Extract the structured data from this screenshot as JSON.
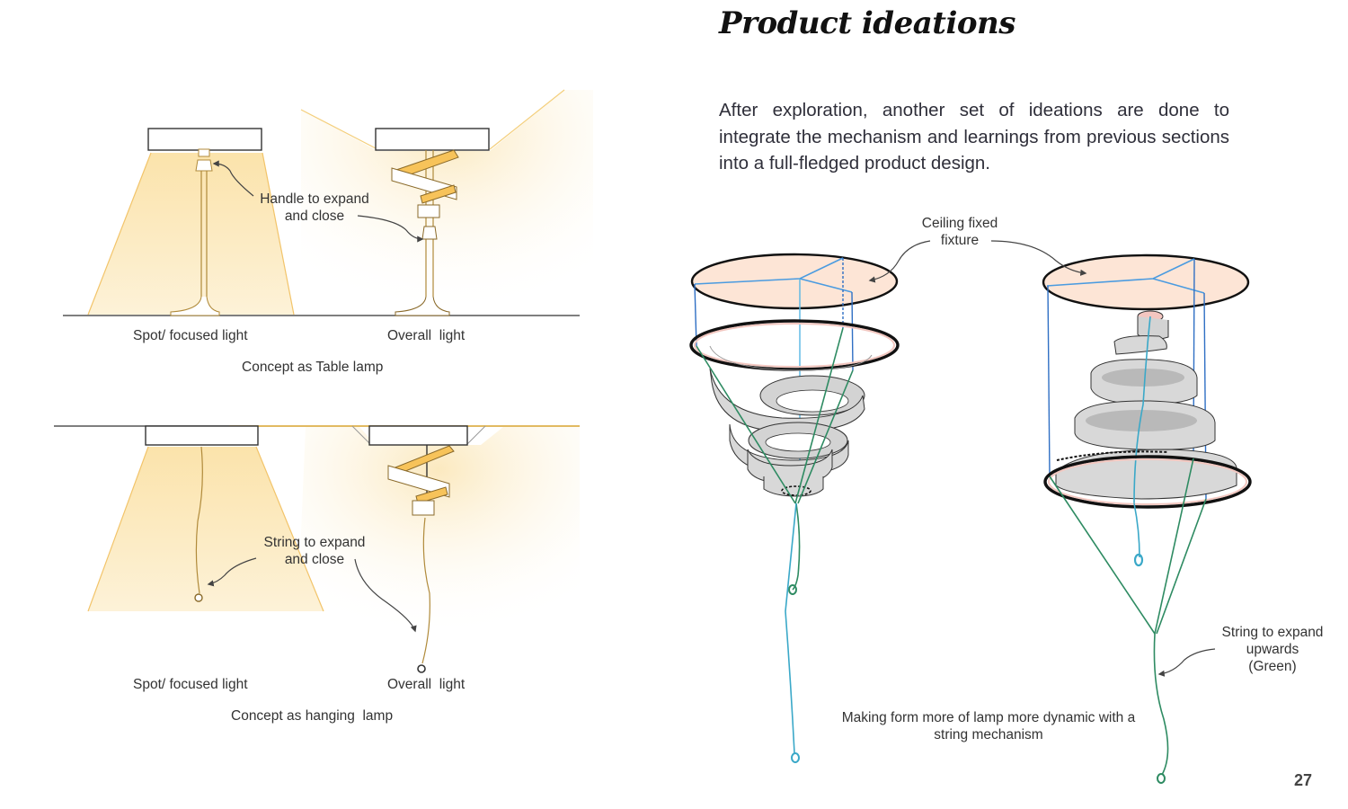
{
  "page": {
    "title": "Product ideations",
    "intro": "After exploration, another set of ideations are done to integrate the mechanism and learnings from previous sections into a full-fledged product design.",
    "page_number": "27"
  },
  "table_lamp": {
    "annotation": "Handle to expand and close",
    "annotation_line1": "Handle to expand",
    "annotation_line2": "and close",
    "left_label": "Spot/ focused light",
    "right_label": "Overall  light",
    "caption": "Concept as Table lamp"
  },
  "hanging_lamp": {
    "annotation_line1": "String to expand",
    "annotation_line2": "and close",
    "left_label": "Spot/ focused light",
    "right_label": "Overall  light",
    "caption": "Concept as hanging  lamp"
  },
  "spiral_concepts": {
    "fixture_label_line1": "Ceiling fixed",
    "fixture_label_line2": "fixture",
    "string_label_line1": "String to expand",
    "string_label_line2": "upwards",
    "string_label_line3": "(Green)",
    "caption_line1": "Making form more of lamp more dynamic with a",
    "caption_line2": "string mechanism"
  },
  "colors": {
    "light_glow": "#fdf0cf",
    "lamp_accent": "#f5c04a",
    "fixture_fill": "#fde5d6",
    "ribbon_fill": "#d4d4d4",
    "blue_string": "#3b8fd9",
    "green_string": "#2e8b62",
    "cyan_string": "#3aa8c8"
  }
}
